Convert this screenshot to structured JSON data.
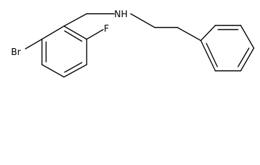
{
  "molecule": {
    "atoms": {
      "bromine": "Br",
      "fluorine": "F",
      "nitrogen": "NH"
    }
  },
  "colors": {
    "bond": "#000000",
    "label": "#000000",
    "background": "#ffffff"
  }
}
